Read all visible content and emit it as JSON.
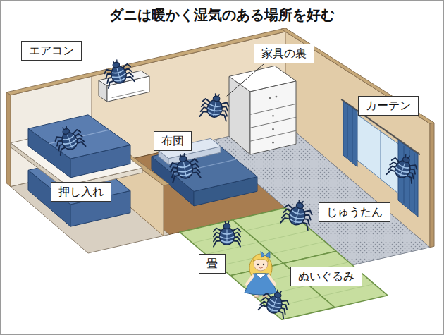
{
  "diagram": {
    "title": "ダニは暖かく湿気のある場所を好む",
    "nodes": [
      {
        "text": [
          "エアコン"
        ]
      },
      {
        "text": [
          "家具の裏"
        ]
      },
      {
        "text": [
          "カーテン"
        ]
      },
      {
        "text": [
          "布団"
        ]
      },
      {
        "text": [
          "押し入れ"
        ]
      },
      {
        "text": [
          "じゅうたん"
        ]
      },
      {
        "text": [
          "畳"
        ]
      },
      {
        "text": [
          "ぬいぐるみ"
        ]
      }
    ]
  }
}
